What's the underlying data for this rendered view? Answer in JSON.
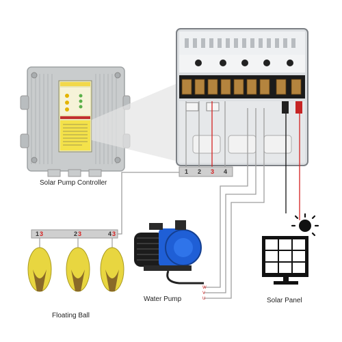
{
  "labels": {
    "controller": "Solar Pump Controller",
    "floating_ball": "Floating Ball",
    "water_pump": "Water Pump",
    "solar_panel": "Solar Panel"
  },
  "terminal_block": {
    "numbers": [
      "1",
      "2",
      "3",
      "4"
    ]
  },
  "float_bar": {
    "pairs": [
      {
        "a": "1",
        "b": "3"
      },
      {
        "a": "2",
        "b": "3"
      },
      {
        "a": "4",
        "b": "3"
      }
    ]
  },
  "pump_wires": [
    "W",
    "V",
    "U"
  ],
  "colors": {
    "wire_gray": "#9e9e9e",
    "wire_red": "#d42020",
    "controller_body": "#c9cccd",
    "float_yellow": "#e8d640",
    "pump_blue": "#1f5fd6",
    "panel_black": "#111111"
  }
}
